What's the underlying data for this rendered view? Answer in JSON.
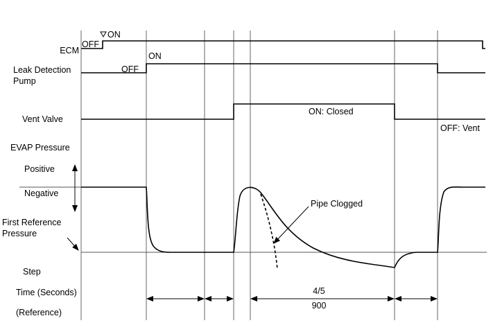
{
  "rows": {
    "ecm": "ECM",
    "pump_line1": "Leak Detection",
    "pump_line2": "Pump",
    "vent": "Vent Valve",
    "evap": "EVAP Pressure",
    "positive": "Positive",
    "negative": "Negative",
    "first_ref_line1": "First Reference",
    "first_ref_line2": "Pressure",
    "step": "Step",
    "time": "Time (Seconds)",
    "reference": "(Reference)"
  },
  "states": {
    "ecm_off": "OFF",
    "ecm_on": "ON",
    "pump_off": "OFF",
    "pump_on": "ON",
    "vent_on": "ON: Closed",
    "vent_off": "OFF: Vent"
  },
  "annotations": {
    "pipe_clogged": "Pipe Clogged",
    "step_value": "4/5",
    "time_value": "900"
  },
  "colors": {
    "line": "#000000",
    "grid": "#555555"
  }
}
